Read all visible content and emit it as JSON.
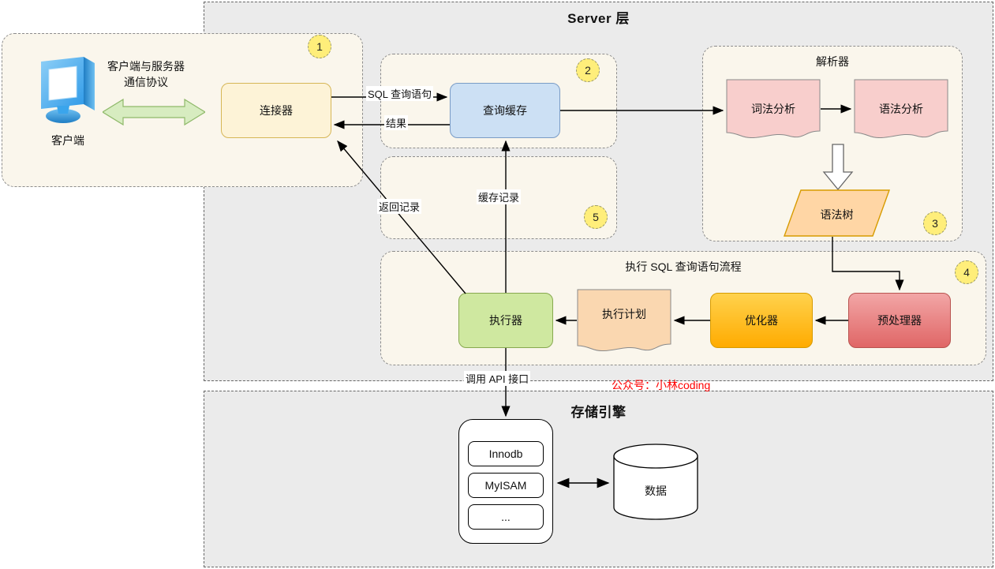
{
  "layers": [
    {
      "id": "server",
      "title": "Server 层"
    },
    {
      "id": "storage",
      "title": "存储引擎"
    }
  ],
  "groups": [
    {
      "id": "client",
      "title": "",
      "badge": "1"
    },
    {
      "id": "cache",
      "title": "",
      "badge": "2"
    },
    {
      "id": "cached-records",
      "title": "",
      "badge": "5"
    },
    {
      "id": "parser",
      "title": "解析器",
      "badge": "3"
    },
    {
      "id": "exec-flow",
      "title": "执行 SQL 查询语句流程",
      "badge": "4"
    }
  ],
  "nodes": {
    "client_icon_label": "客户端",
    "connector": "连接器",
    "query_cache": "查询缓存",
    "lexical_analysis": "词法分析",
    "syntax_analysis": "语法分析",
    "syntax_tree": "语法树",
    "preprocessor": "预处理器",
    "optimizer": "优化器",
    "execution_plan": "执行计划",
    "executor": "执行器",
    "engine_innodb": "Innodb",
    "engine_myisam": "MyISAM",
    "engine_more": "...",
    "data_cylinder": "数据"
  },
  "edges": {
    "client_protocol": "客户端与服务器\n通信协议",
    "client_protocol_line1": "客户端与服务器",
    "client_protocol_line2": "通信协议",
    "sql_query": "SQL 查询语句",
    "result": "结果",
    "return_records": "返回记录",
    "cache_records": "缓存记录",
    "call_api": "调用 API 接口"
  },
  "watermark": "公众号：小林coding",
  "colors": {
    "layer_bg": "#ebebeb",
    "group_bg": "#faf6ec",
    "badge": "#ffee7a",
    "connector": "#fdf3d7",
    "query_cache": "#cce0f4",
    "executor": "#cfe8a0",
    "optimizer": "#ffab00",
    "preprocessor": "#e06666",
    "parser_box": "#f8cecc",
    "syntax_tree": "#ffd6a5",
    "watermark": "#ff0000",
    "protocol_arrow": "#c8e0a8",
    "monitor": "#2f9ae8"
  }
}
